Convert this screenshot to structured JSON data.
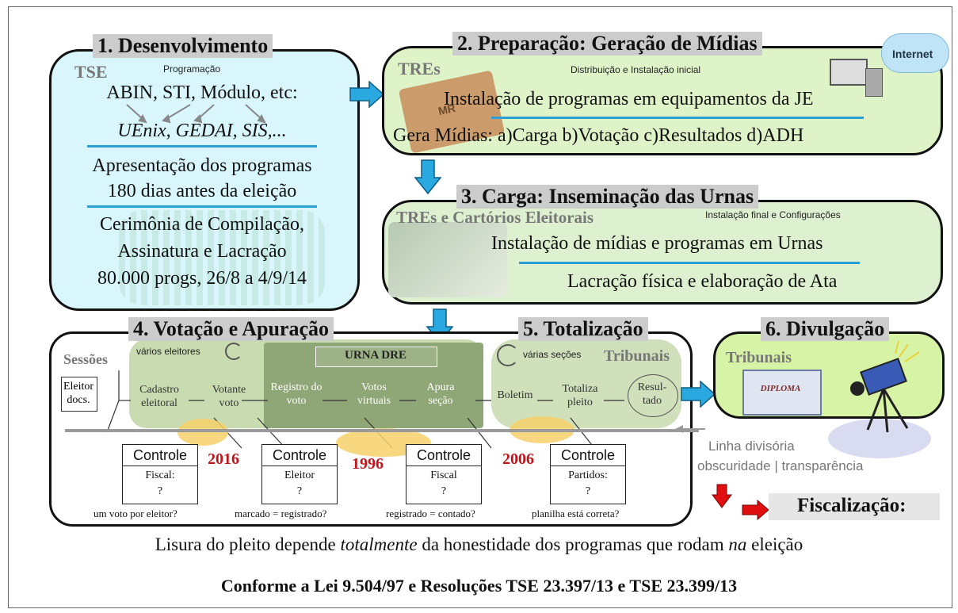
{
  "stage1": {
    "title": "1. Desenvolvimento",
    "subtitle": "Programação",
    "actor": "TSE",
    "line1": "ABIN, STI, Módulo, etc:",
    "line2": "UEnix, GEDAI, SIS,...",
    "line3": "Apresentação dos programas",
    "line4": "180 dias antes da eleição",
    "line5": "Cerimônia de Compilação,",
    "line6": "Assinatura e Lacração",
    "line7": "80.000 progs, 26/8 a 4/9/14"
  },
  "stage2": {
    "title": "2. Preparação: Geração de Mídias",
    "subtitle": "Distribuição e Instalação inicial",
    "actor": "TREs",
    "cloud": "Internet",
    "line1": "Instalação de programas em equipamentos da JE",
    "line2": "Gera Mídias: a)Carga b)Votação c)Resultados d)ADH",
    "media_label": "MR"
  },
  "stage3": {
    "title": "3. Carga: Inseminação das Urnas",
    "subtitle": "Instalação final  e Configurações",
    "actor": "TREs e Cartórios Eleitorais",
    "line1": "Instalação de mídias e programas em Urnas",
    "line2": "Lacração física e elaboração de Ata"
  },
  "stage4": {
    "title": "4. Votação e Apuração",
    "actor": "Sessões",
    "many": "vários eleitores",
    "urna": "URNA DRE",
    "nodes": {
      "eleitor": "Eleitor docs.",
      "cadastro": "Cadastro eleitoral",
      "votante": "Votante voto",
      "registro": "Registro do voto",
      "votos": "Votos virtuais",
      "apura": "Apura seção"
    }
  },
  "stage5": {
    "title": "5. Totalização",
    "actor": "Tribunais",
    "many": "várias seções",
    "nodes": {
      "boletim": "Boletim",
      "totaliza": "Totaliza pleito",
      "resultado": "Resul- tado"
    }
  },
  "stage6": {
    "title": "6. Divulgação",
    "actor": "Tribunais",
    "diploma": "DIPLOMA"
  },
  "controls": [
    {
      "head": "Controle",
      "body": "Fiscal:",
      "q": "?",
      "question": "um voto por eleitor?"
    },
    {
      "head": "Controle",
      "body": "Eleitor",
      "q": "?",
      "question": "marcado = registrado?"
    },
    {
      "head": "Controle",
      "body": "Fiscal",
      "q": "?",
      "question": "registrado = contado?"
    },
    {
      "head": "Controle",
      "body": "Partidos:",
      "q": "?",
      "question": "planilha está correta?"
    }
  ],
  "years": [
    "2016",
    "1996",
    "2006"
  ],
  "divider": {
    "line1": "Linha divisória",
    "line2": "obscuridade | transparência"
  },
  "fiscalizacao": "Fiscalização:",
  "footer": {
    "pre": "Lisura do pleito depende ",
    "em1": "totalmente",
    "mid": " da honestidade dos programas que rodam ",
    "em2": "na",
    "post": " eleição",
    "law": "Conforme a Lei 9.504/97 e Resoluções TSE 23.397/13 e TSE 23.399/13"
  },
  "colors": {
    "stage1_fill": "#d8f6fb",
    "stage2_fill": "#dff3c8",
    "stage3_fill": "#ddf0cf",
    "stage6_fill": "#d7f3a6",
    "arrow_blue": "#2aa8e0",
    "accent_line": "#2a9fd6",
    "year_red": "#c0151c"
  }
}
